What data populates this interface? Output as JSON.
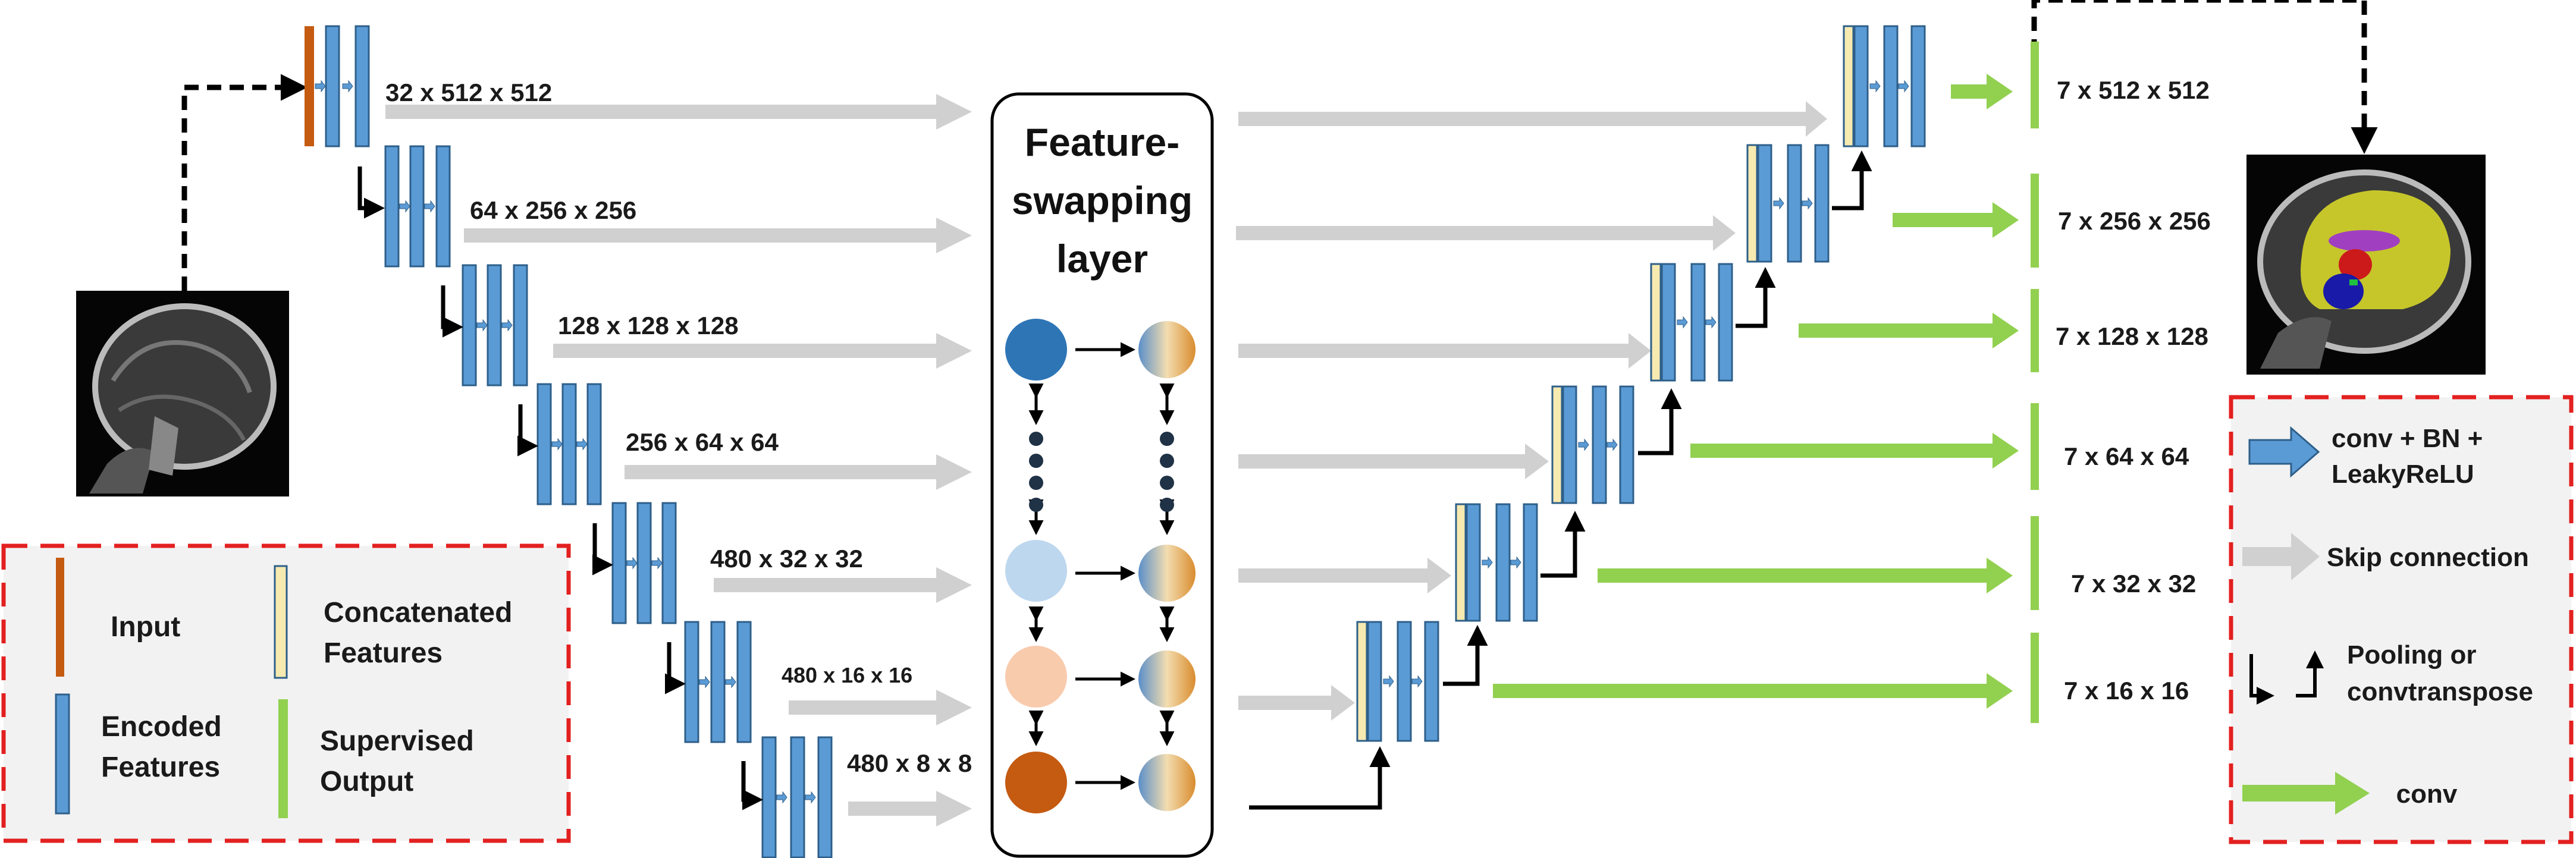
{
  "title_lines": [
    "Feature-",
    "swapping",
    "layer"
  ],
  "encoder_levels": [
    {
      "label": "32 x 512 x 512"
    },
    {
      "label": "64 x 256 x 256"
    },
    {
      "label": "128 x 128 x 128"
    },
    {
      "label": "256 x 64 x 64"
    },
    {
      "label": "480 x 32 x 32"
    },
    {
      "label": "480 x 16 x 16"
    },
    {
      "label": "480 x 8 x 8"
    }
  ],
  "output_levels": [
    {
      "label": "7 x 512 x 512"
    },
    {
      "label": "7 x 256 x 256"
    },
    {
      "label": "7 x 128 x 128"
    },
    {
      "label": "7 x 64 x 64"
    },
    {
      "label": "7 x 32 x 32"
    },
    {
      "label": "7 x 16 x 16"
    }
  ],
  "legend_left": {
    "input": "Input",
    "encoded": [
      "Encoded",
      "Features"
    ],
    "concatenated": [
      "Concatenated",
      "Features"
    ],
    "supervised": [
      "Supervised",
      "Output"
    ]
  },
  "legend_right": {
    "conv_bn": [
      "conv + BN +",
      "LeakyReLU"
    ],
    "skip": "Skip connection",
    "pooling": [
      "Pooling or",
      "convtranspose"
    ],
    "conv": "conv"
  },
  "colors": {
    "encoded": "#5b9bd5",
    "encoded_edge": "#2e5f8a",
    "concat": "#f7eab0",
    "input": "#c55a11",
    "supervised": "#92d050",
    "skip": "#d0d0d0",
    "legend_border": "#e32020",
    "legend_fill": "#f2f2f2",
    "swap_dark_blue": "#2e75b6",
    "swap_light_blue": "#bdd7ee",
    "swap_peach": "#f8cbad",
    "swap_orange": "#c55a11"
  }
}
